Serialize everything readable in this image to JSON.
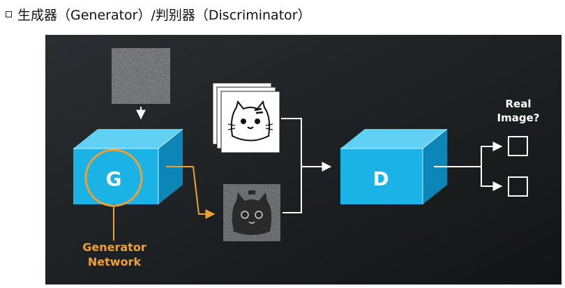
{
  "heading": {
    "text": "生成器（Generator）/判别器（Discriminator）"
  },
  "diagram": {
    "generator": {
      "label": "G",
      "caption_line1": "Generator",
      "caption_line2": "Network"
    },
    "discriminator": {
      "label": "D"
    },
    "output": {
      "question_line1": "Real",
      "question_line2": "Image?"
    },
    "colors": {
      "background": "#1d2022",
      "cube_front": "#1bb3e6",
      "cube_top": "#62d0f3",
      "cube_side": "#0c86b6",
      "accent": "#f0a030",
      "arrow": "#ffffff"
    },
    "icons": [
      "noise-image",
      "cat-drawing",
      "generated-cat-image",
      "checkbox"
    ]
  }
}
